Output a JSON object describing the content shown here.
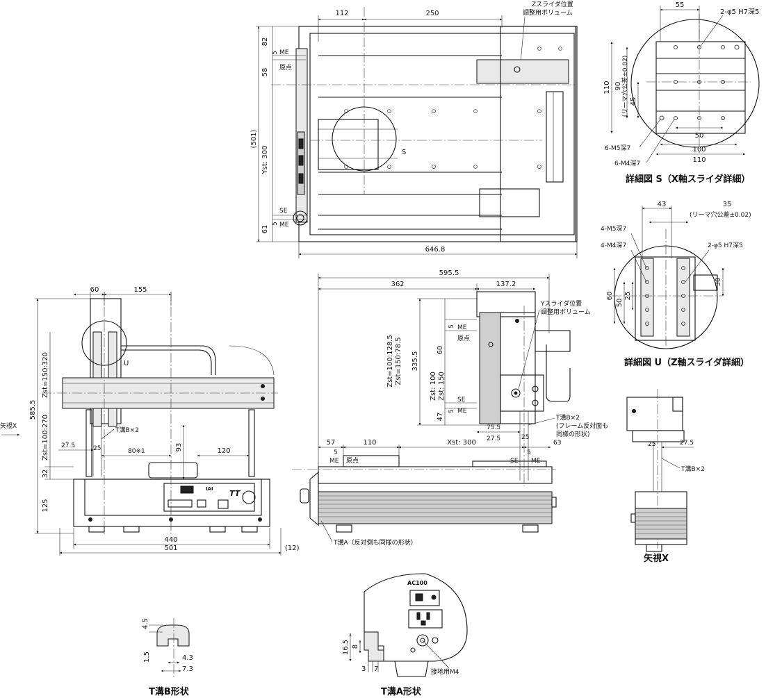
{
  "top_view": {
    "dims": {
      "w112": "112",
      "w250": "250",
      "h82": "82",
      "h58": "58",
      "h5a": "5",
      "me1": "ME",
      "origin1": "原点",
      "total_h": "(501)",
      "yst": "Yst: 300",
      "se1": "SE",
      "h5b": "5",
      "me2": "ME",
      "h61": "61",
      "total_w": "646.8"
    },
    "zvol_note_line1": "Zスライダ位置",
    "zvol_note_line2": "調整用ボリューム",
    "s_label": "S"
  },
  "detail_s": {
    "caption": "詳細図 S（X軸スライダ詳細）",
    "dims": {
      "w55": "55",
      "hole": "2-φ5  H7深5",
      "h110": "110",
      "h90": "90",
      "tol": "(リーマ穴公差±0.02)",
      "h45": "45",
      "w50": "50",
      "w100": "100",
      "w110": "110",
      "m5": "6-M5深7",
      "m4": "6-M4深7"
    }
  },
  "detail_u": {
    "caption": "詳細図 U（Z軸スライダ詳細）",
    "dims": {
      "w43": "43",
      "w35": "35",
      "tol": "(リーマ穴公差±0.02)",
      "m5": "4-M5深7",
      "m4": "4-M4深7",
      "hole": "2-φ5  H7深5",
      "h60": "60",
      "h50": "50",
      "h25": "25",
      "h30": "30"
    }
  },
  "front_view": {
    "dims": {
      "w60": "60",
      "w155": "155",
      "u_label": "U",
      "zst1": "Zst=150:320",
      "zst2": "Zst=100:270",
      "h585": "585.5",
      "tslot": "T溝B×2",
      "w25": "25",
      "w27": "27.5",
      "w80": "80※1",
      "h93": "93",
      "w120": "120",
      "h32": "32",
      "h125": "125",
      "w440": "440",
      "w501": "501",
      "w12": "(12)"
    },
    "arrow_label": "矢視X",
    "brand": "TT",
    "brand_small": "IAI"
  },
  "side_view": {
    "dims": {
      "w595": "595.5",
      "w362": "362",
      "w137": "137.2",
      "zst_a": "Zst=100:128.5",
      "zst_b": "Zst=150:78.5",
      "h335": "335.5",
      "h5a": "5",
      "me1": "ME",
      "origin1": "原点",
      "h60": "60",
      "zst_c": "Zst: 100",
      "zst_d": "Zst: 150",
      "se1": "SE",
      "h5b": "5",
      "me2": "ME",
      "h47": "47",
      "w75": "75.5",
      "w27": "27.5",
      "w25": "25",
      "w63": "63",
      "w57": "57",
      "w110": "110",
      "xst": "Xst: 300",
      "w5a": "5",
      "me3": "ME",
      "origin2": "原点",
      "se2": "SE",
      "w5b": "5",
      "me4": "ME"
    },
    "yvol_line1": "Yスライダ位置",
    "yvol_line2": "調整用ボリューム",
    "tslot_b_line1": "T溝B×2",
    "tslot_b_line2": "(フレーム反対面も",
    "tslot_b_line3": "同様の形状)",
    "tslot_a": "T溝A（反対側も同様の形状）"
  },
  "arrow_view": {
    "caption": "矢視X",
    "dims": {
      "w25": "25",
      "w27": "27.5",
      "tslot": "T溝B×2"
    }
  },
  "tslot_b_profile": {
    "caption": "T溝B形状",
    "dims": {
      "h45": "4.5",
      "h15": "1.5",
      "w43": "4.3",
      "w73": "7.3"
    }
  },
  "tslot_a_profile": {
    "caption": "T溝A形状",
    "dims": {
      "h165": "16.5",
      "h8": "8",
      "w3": "3",
      "w7": "7"
    },
    "model": "AC100",
    "ground": "接地用M4"
  }
}
